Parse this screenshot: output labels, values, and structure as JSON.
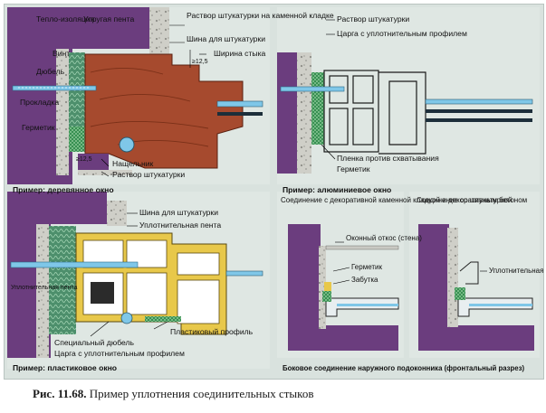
{
  "figure_caption": {
    "number": "Рис. 11.68.",
    "text": "Пример уплотнения соединительных стыков"
  },
  "panels": {
    "wooden": {
      "caption": "Пример: деревянное окно",
      "left_labels": [
        "Тепло-изоляция",
        "Винт",
        "Дюбель",
        "Прокладка",
        "Герметик"
      ],
      "top_label": "Упругая пента",
      "right_labels": [
        "Раствор штукатурки на каменной кладке",
        "Шина для штукатурки",
        "Ширина стыка"
      ],
      "bottom_labels": [
        "Нащельник",
        "Раствор штукатурки"
      ],
      "dim_top": "≥12,5",
      "dim_bottom": "≥12,5"
    },
    "aluminum": {
      "caption": "Пример: алюминиевое окно",
      "top_labels": [
        "Раствор штукатурки",
        "Царга с уплотнительным профилем"
      ],
      "bottom_labels": [
        "Пленка против схватывания",
        "Герметик"
      ]
    },
    "plastic": {
      "caption": "Пример: пластиковое окно",
      "top_labels": [
        "Шина для штукатурки",
        "Уплотнительная пента"
      ],
      "left_label": "Уплотнительная пента",
      "bottom_labels": [
        "Пластиковый профиль",
        "Специальный дюбель",
        "Царга с уплотнительным профилем"
      ]
    },
    "decorative": {
      "title": "Соединение с декоративной каменной кладкой и декоративным бетоном",
      "labels": [
        "Оконный откос (стена)",
        "Герметик",
        "Забутка"
      ]
    },
    "plaster": {
      "title": "Соединение со штукатуркой",
      "labels": [
        "Уплотнительная пента"
      ]
    },
    "sill_caption": "Боковое соединение наружного подоконника (фронтальный разрез)"
  },
  "colors": {
    "wall": "#6b3d7e",
    "concrete": "#c9c9c3",
    "wood": "#a64a2e",
    "sealant_green": "#2f8a4a",
    "glass_blue": "#7fc7e8",
    "plastic_yellow": "#e8c84a",
    "frame_bg": "#d9e2de"
  }
}
